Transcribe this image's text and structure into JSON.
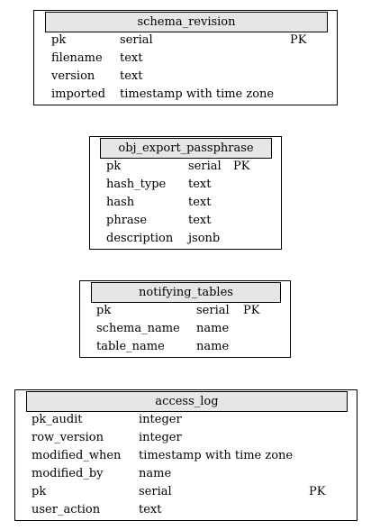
{
  "tables": [
    {
      "name": "schema_revision",
      "columns": [
        {
          "name": "pk",
          "type": "serial",
          "key": "PK"
        },
        {
          "name": "filename",
          "type": "text",
          "key": ""
        },
        {
          "name": "version",
          "type": "text",
          "key": ""
        },
        {
          "name": "imported",
          "type": "timestamp with time zone",
          "key": ""
        }
      ]
    },
    {
      "name": "obj_export_passphrase",
      "columns": [
        {
          "name": "pk",
          "type": "serial",
          "key": "PK"
        },
        {
          "name": "hash_type",
          "type": "text",
          "key": ""
        },
        {
          "name": "hash",
          "type": "text",
          "key": ""
        },
        {
          "name": "phrase",
          "type": "text",
          "key": ""
        },
        {
          "name": "description",
          "type": "jsonb",
          "key": ""
        }
      ]
    },
    {
      "name": "notifying_tables",
      "columns": [
        {
          "name": "pk",
          "type": "serial",
          "key": "PK"
        },
        {
          "name": "schema_name",
          "type": "name",
          "key": ""
        },
        {
          "name": "table_name",
          "type": "name",
          "key": ""
        }
      ]
    },
    {
      "name": "access_log",
      "columns": [
        {
          "name": "pk_audit",
          "type": "integer",
          "key": ""
        },
        {
          "name": "row_version",
          "type": "integer",
          "key": ""
        },
        {
          "name": "modified_when",
          "type": "timestamp with time zone",
          "key": ""
        },
        {
          "name": "modified_by",
          "type": "name",
          "key": ""
        },
        {
          "name": "pk",
          "type": "serial",
          "key": "PK"
        },
        {
          "name": "user_action",
          "type": "text",
          "key": ""
        }
      ]
    }
  ]
}
